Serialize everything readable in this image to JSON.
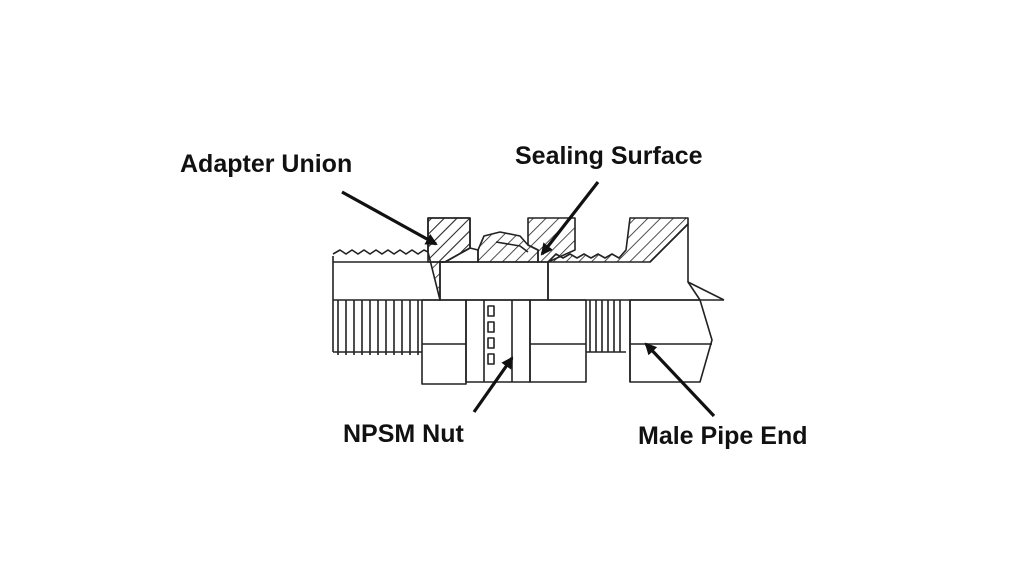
{
  "labels": {
    "adapter_union": "Adapter Union",
    "sealing_surface": "Sealing Surface",
    "npsm_nut": "NPSM Nut",
    "male_pipe_end": "Male Pipe End"
  },
  "colors": {
    "ink": "#111111",
    "background": "#ffffff"
  }
}
